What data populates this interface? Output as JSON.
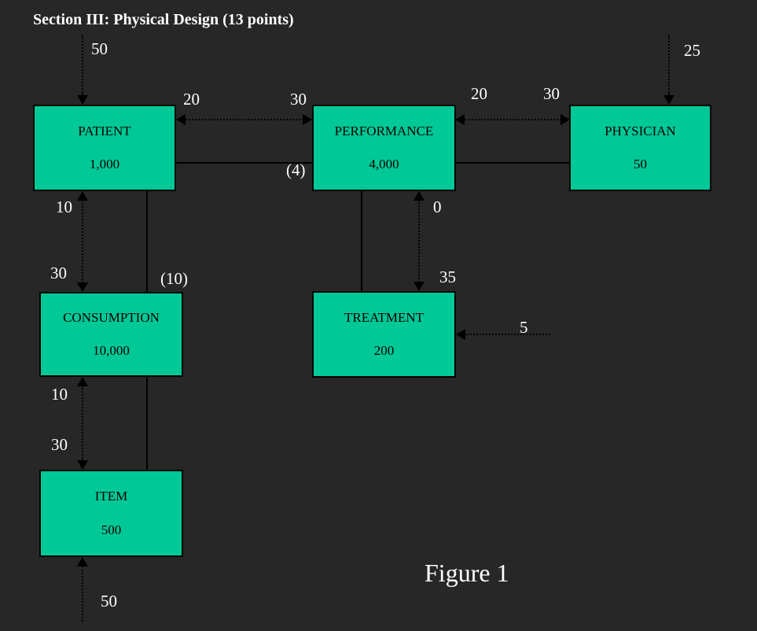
{
  "title": "Section III: Physical Design (13 points)",
  "figure_caption": "Figure 1",
  "colors": {
    "background": "#272727",
    "entity_fill": "#00C896",
    "entity_border": "#000000",
    "entity_text": "#000000",
    "label_text": "#FFFFFF",
    "connector": "#000000"
  },
  "entities": [
    {
      "name": "PATIENT",
      "value": "1,000"
    },
    {
      "name": "PERFORMANCE",
      "value": "4,000"
    },
    {
      "name": "PHYSICIAN",
      "value": "50"
    },
    {
      "name": "CONSUMPTION",
      "value": "10,000"
    },
    {
      "name": "TREATMENT",
      "value": "200"
    },
    {
      "name": "ITEM",
      "value": "500"
    }
  ],
  "edge_labels": {
    "patient_in_top": "50",
    "physician_in_top": "25",
    "patient_performance_min": "20",
    "patient_performance_max": "30",
    "performance_physician_min": "20",
    "performance_physician_max": "30",
    "performance_annotation": "(4)",
    "patient_consumption_min": "10",
    "patient_consumption_max": "30",
    "consumption_annotation": "(10)",
    "performance_treatment_min": "0",
    "performance_treatment_max": "35",
    "treatment_in_right": "5",
    "consumption_item_min": "10",
    "consumption_item_max": "30",
    "item_in_bottom": "50"
  }
}
